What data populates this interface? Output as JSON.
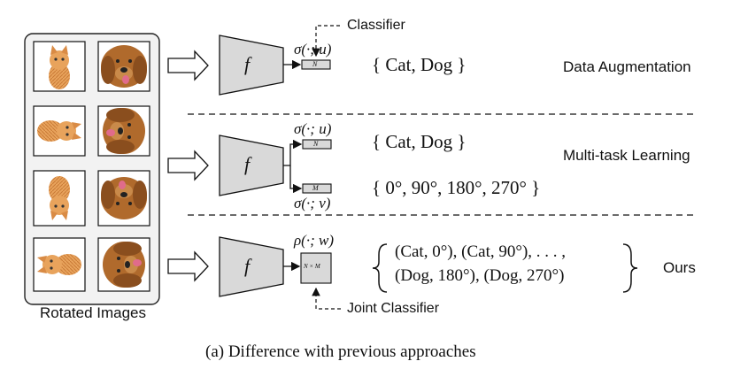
{
  "panel": {
    "label": "Rotated Images"
  },
  "images": [
    {
      "name": "cat",
      "rotation": "0°"
    },
    {
      "name": "dog",
      "rotation": "0°"
    },
    {
      "name": "cat",
      "rotation": "90°"
    },
    {
      "name": "dog",
      "rotation": "90°"
    },
    {
      "name": "cat",
      "rotation": "180°"
    },
    {
      "name": "dog",
      "rotation": "180°"
    },
    {
      "name": "cat",
      "rotation": "270°"
    },
    {
      "name": "dog",
      "rotation": "270°"
    }
  ],
  "network": {
    "symbol": "f"
  },
  "rows": {
    "da": {
      "title": "Data Augmentation",
      "classifier_label": "Classifier",
      "head": "σ(·; u)",
      "head_box": "N",
      "set": "{ Cat,  Dog }"
    },
    "mtl": {
      "title": "Multi-task Learning",
      "head_top": "σ(·; u)",
      "box_top": "N",
      "set_top": "{ Cat,  Dog }",
      "head_bottom": "σ(·; v)",
      "box_bottom": "M",
      "set_bottom": "{ 0°,  90°,  180°,  270° }"
    },
    "ours": {
      "title": "Ours",
      "head": "ρ(·; w)",
      "head_box": "N × M",
      "classifier_label": "Joint Classifier",
      "set_line1": "(Cat, 0°),  (Cat, 90°),   . . . ,",
      "set_line2": "(Dog, 180°),  (Dog, 270°)"
    }
  },
  "caption": "(a)  Difference with previous approaches",
  "colors": {
    "box_fill": "#d9d9d9",
    "panel_fill": "#f2f2f2",
    "stroke": "#111111"
  }
}
